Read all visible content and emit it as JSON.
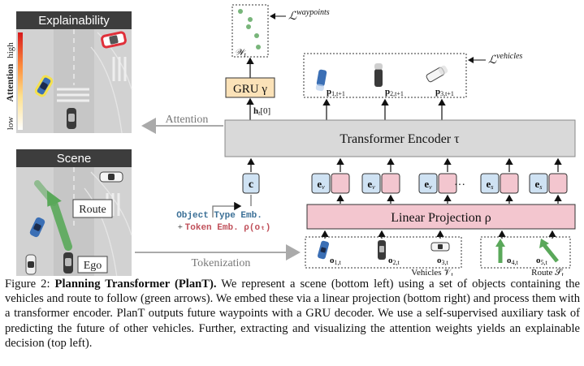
{
  "explain_panel": {
    "title": "Explainability",
    "attention_label": "Attention",
    "high_label": "high",
    "low_label": "low"
  },
  "scene_panel": {
    "title": "Scene",
    "route_label": "Route",
    "ego_label": "Ego"
  },
  "arrows": {
    "attention_label": "Attention",
    "tokenization_label": "Tokenization"
  },
  "waypoints": {
    "loss_prefix": "ℒ",
    "loss_sup": "waypoints",
    "set_label": "𝒲",
    "set_sub": "t"
  },
  "vehicles_out": {
    "loss_prefix": "ℒ",
    "loss_sup": "vehicles",
    "items": [
      {
        "base": "p",
        "sub": "1,t+1"
      },
      {
        "base": "p",
        "sub": "2,t+1"
      },
      {
        "base": "p",
        "sub": "3,t+1"
      }
    ]
  },
  "gru": {
    "label": "GRU γ",
    "hidden_base": "h",
    "hidden_sub": "t",
    "hidden_idx": "[0]"
  },
  "transformer": {
    "label": "Transformer Encoder τ"
  },
  "linear": {
    "label": "Linear Projection ρ"
  },
  "cls_token": {
    "label": "c"
  },
  "tokens": [
    {
      "base": "e",
      "sub": "v"
    },
    {
      "base": "e",
      "sub": "v"
    },
    {
      "base": "e",
      "sub": "v"
    },
    {
      "base": "e",
      "sub": "s"
    },
    {
      "base": "e",
      "sub": "s"
    }
  ],
  "ellipsis": "···",
  "emb_legend": {
    "line1": "Object Type Emb.",
    "plus": "+",
    "line2": "Token Emb. ρ(oₜ)"
  },
  "objects": {
    "vehicles": [
      {
        "base": "o",
        "sub": "1,t"
      },
      {
        "base": "o",
        "sub": "2,t"
      },
      {
        "base": "o",
        "sub": "3,t"
      }
    ],
    "route": [
      {
        "base": "o",
        "sub": "4,t"
      },
      {
        "base": "o",
        "sub": "5,t"
      }
    ],
    "vehicles_label": "Vehicles 𝒱",
    "vehicles_sub": "t",
    "route_label": "Route 𝒮",
    "route_sub": "t"
  },
  "caption": {
    "fig_label": "Figure 2:",
    "bold_title": "Planning Transformer (PlanT).",
    "body": " We represent a scene (bottom left) using a set of objects containing the vehicles and route to follow (green arrows). We embed these via a linear projection (bottom right) and process them with a transformer encoder. PlanT outputs future waypoints with a GRU decoder. We use a self-supervised auxiliary task of predicting the future of other vehicles. Further, extracting and visualizing the attention weights yields an explainable decision (top left)."
  },
  "colors": {
    "panel_header": "#3d3d3d",
    "transformer_fill": "#d9d9d9",
    "linear_fill": "#f3c6cf",
    "token_blue": "#cfe2f3",
    "token_pink": "#f3c6cf",
    "gru_fill": "#fbe2b8",
    "route_green": "#5aa85a",
    "obj_type_blue": "#3a6f96",
    "token_emb_red": "#c0505a"
  }
}
